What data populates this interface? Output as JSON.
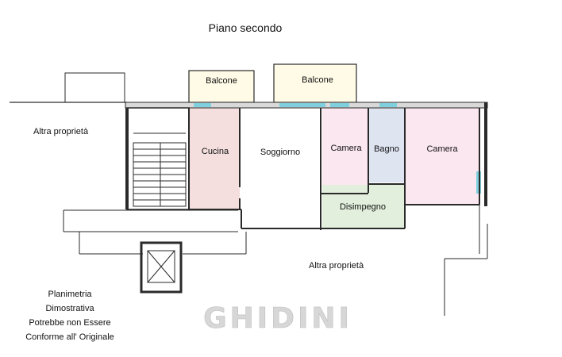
{
  "title": "Piano secondo",
  "rooms": {
    "balcone_left": "Balcone",
    "balcone_right": "Balcone",
    "cucina": "Cucina",
    "soggiorno": "Soggiorno",
    "camera_1": "Camera",
    "bagno": "Bagno",
    "camera_2": "Camera",
    "disimpegno": "Disimpegno"
  },
  "labels": {
    "altra_left": "Altra proprietà",
    "altra_bottom": "Altra proprietà"
  },
  "note": [
    "Planimetria",
    "Dimostrativa",
    "Potrebbe non Essere",
    "Conforme all' Originale"
  ],
  "watermark": "GHIDINI",
  "colors": {
    "cucina": "#f4dede",
    "soggiorno": "#ffffff",
    "camera": "#fbe7ef",
    "bagno": "#dfe4f1",
    "disimpegno": "#e2efdc",
    "balcone": "#fffbe6",
    "window": "#7fd0de"
  }
}
